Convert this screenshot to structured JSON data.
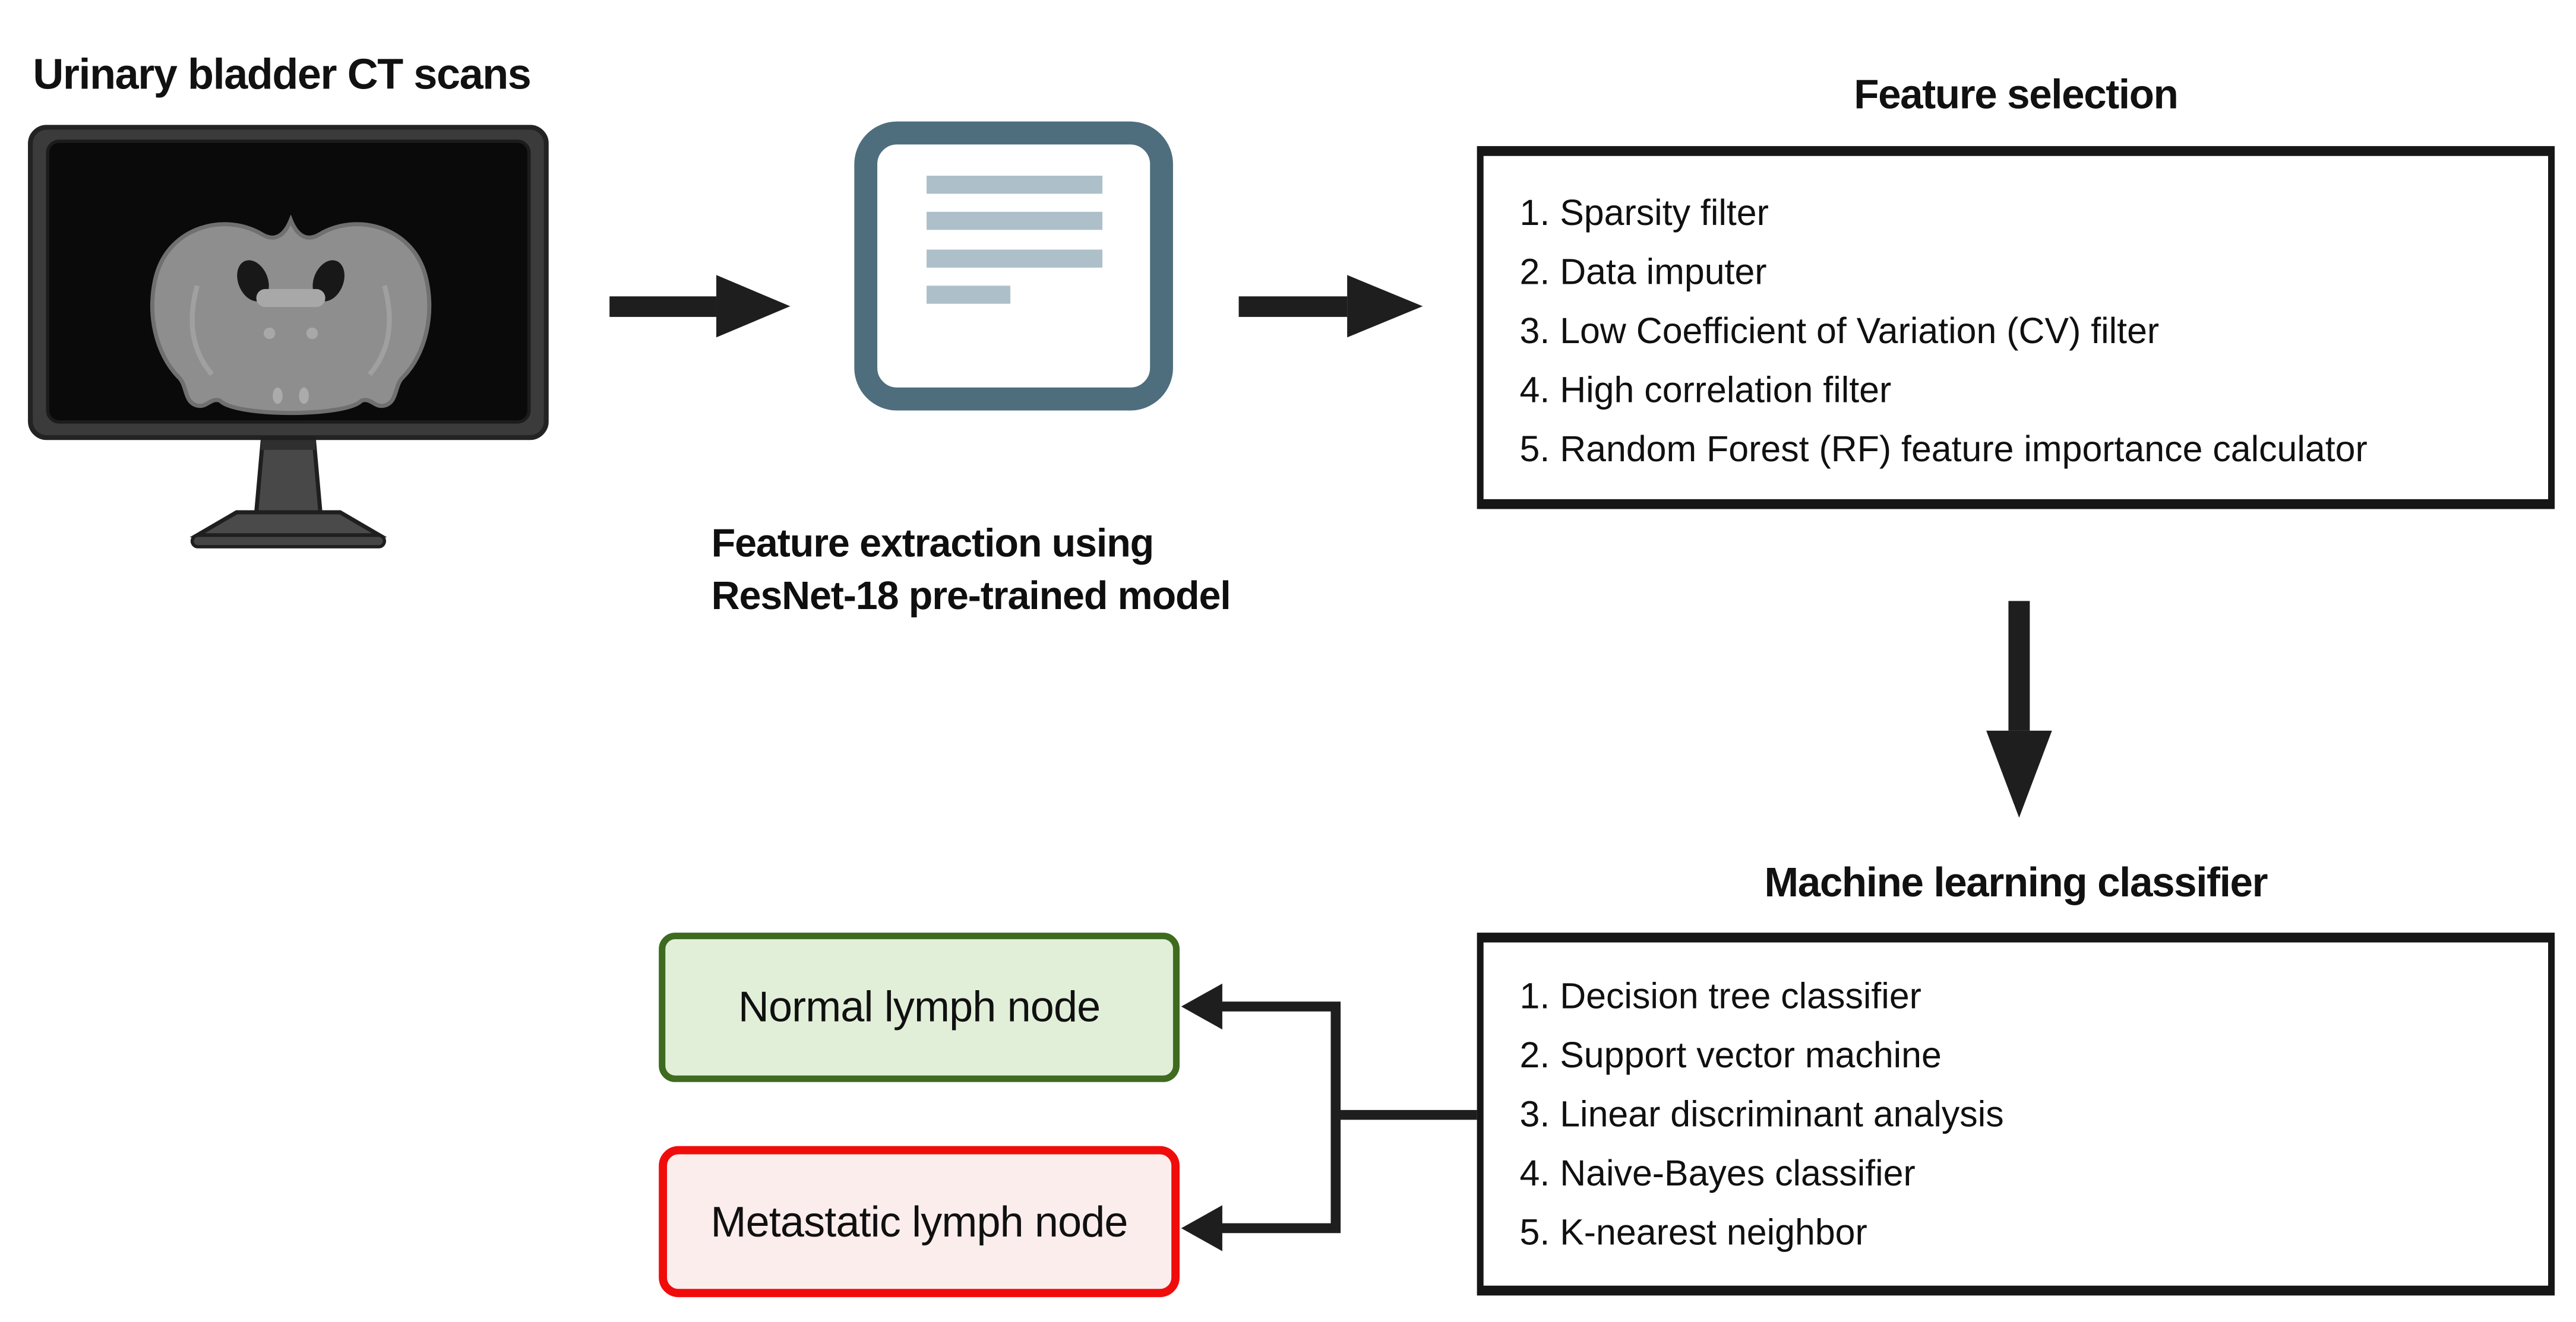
{
  "diagram": {
    "input": {
      "title": "Urinary bladder CT scans"
    },
    "extraction": {
      "caption_line1": "Feature extraction using",
      "caption_line2": "ResNet-18 pre-trained model"
    },
    "feature_selection": {
      "heading": "Feature selection",
      "items": [
        "Sparsity filter",
        "Data imputer",
        "Low Coefficient of Variation (CV) filter",
        "High correlation filter",
        "Random Forest (RF) feature importance calculator"
      ]
    },
    "classifier": {
      "heading": "Machine learning classifier",
      "items": [
        "Decision tree classifier",
        "Support vector machine",
        "Linear discriminant analysis",
        "Naive-Bayes classifier",
        "K-nearest neighbor"
      ]
    },
    "outputs": {
      "normal": {
        "label": "Normal lymph node",
        "fill": "#e1efd9",
        "border": "#3e6b1f"
      },
      "metastatic": {
        "label": "Metastatic lymph node",
        "fill": "#fceded",
        "border": "#f10c0c"
      }
    },
    "icons": {
      "monitor": "monitor-with-ct-scan-icon",
      "document": "document-icon",
      "arrows": [
        "arrow-right-icon",
        "arrow-right-icon",
        "arrow-down-icon",
        "arrow-left-icon",
        "arrow-left-icon"
      ]
    },
    "colors": {
      "arrow": "#1e1e1e",
      "box_border": "#161616",
      "doc_border": "#4e6e7e",
      "doc_bars": "#adc0ca",
      "monitor_frame": "#3b3b3b",
      "screen": "#0a0a0a",
      "ct_scan_gray": "#8e8e8e"
    }
  }
}
